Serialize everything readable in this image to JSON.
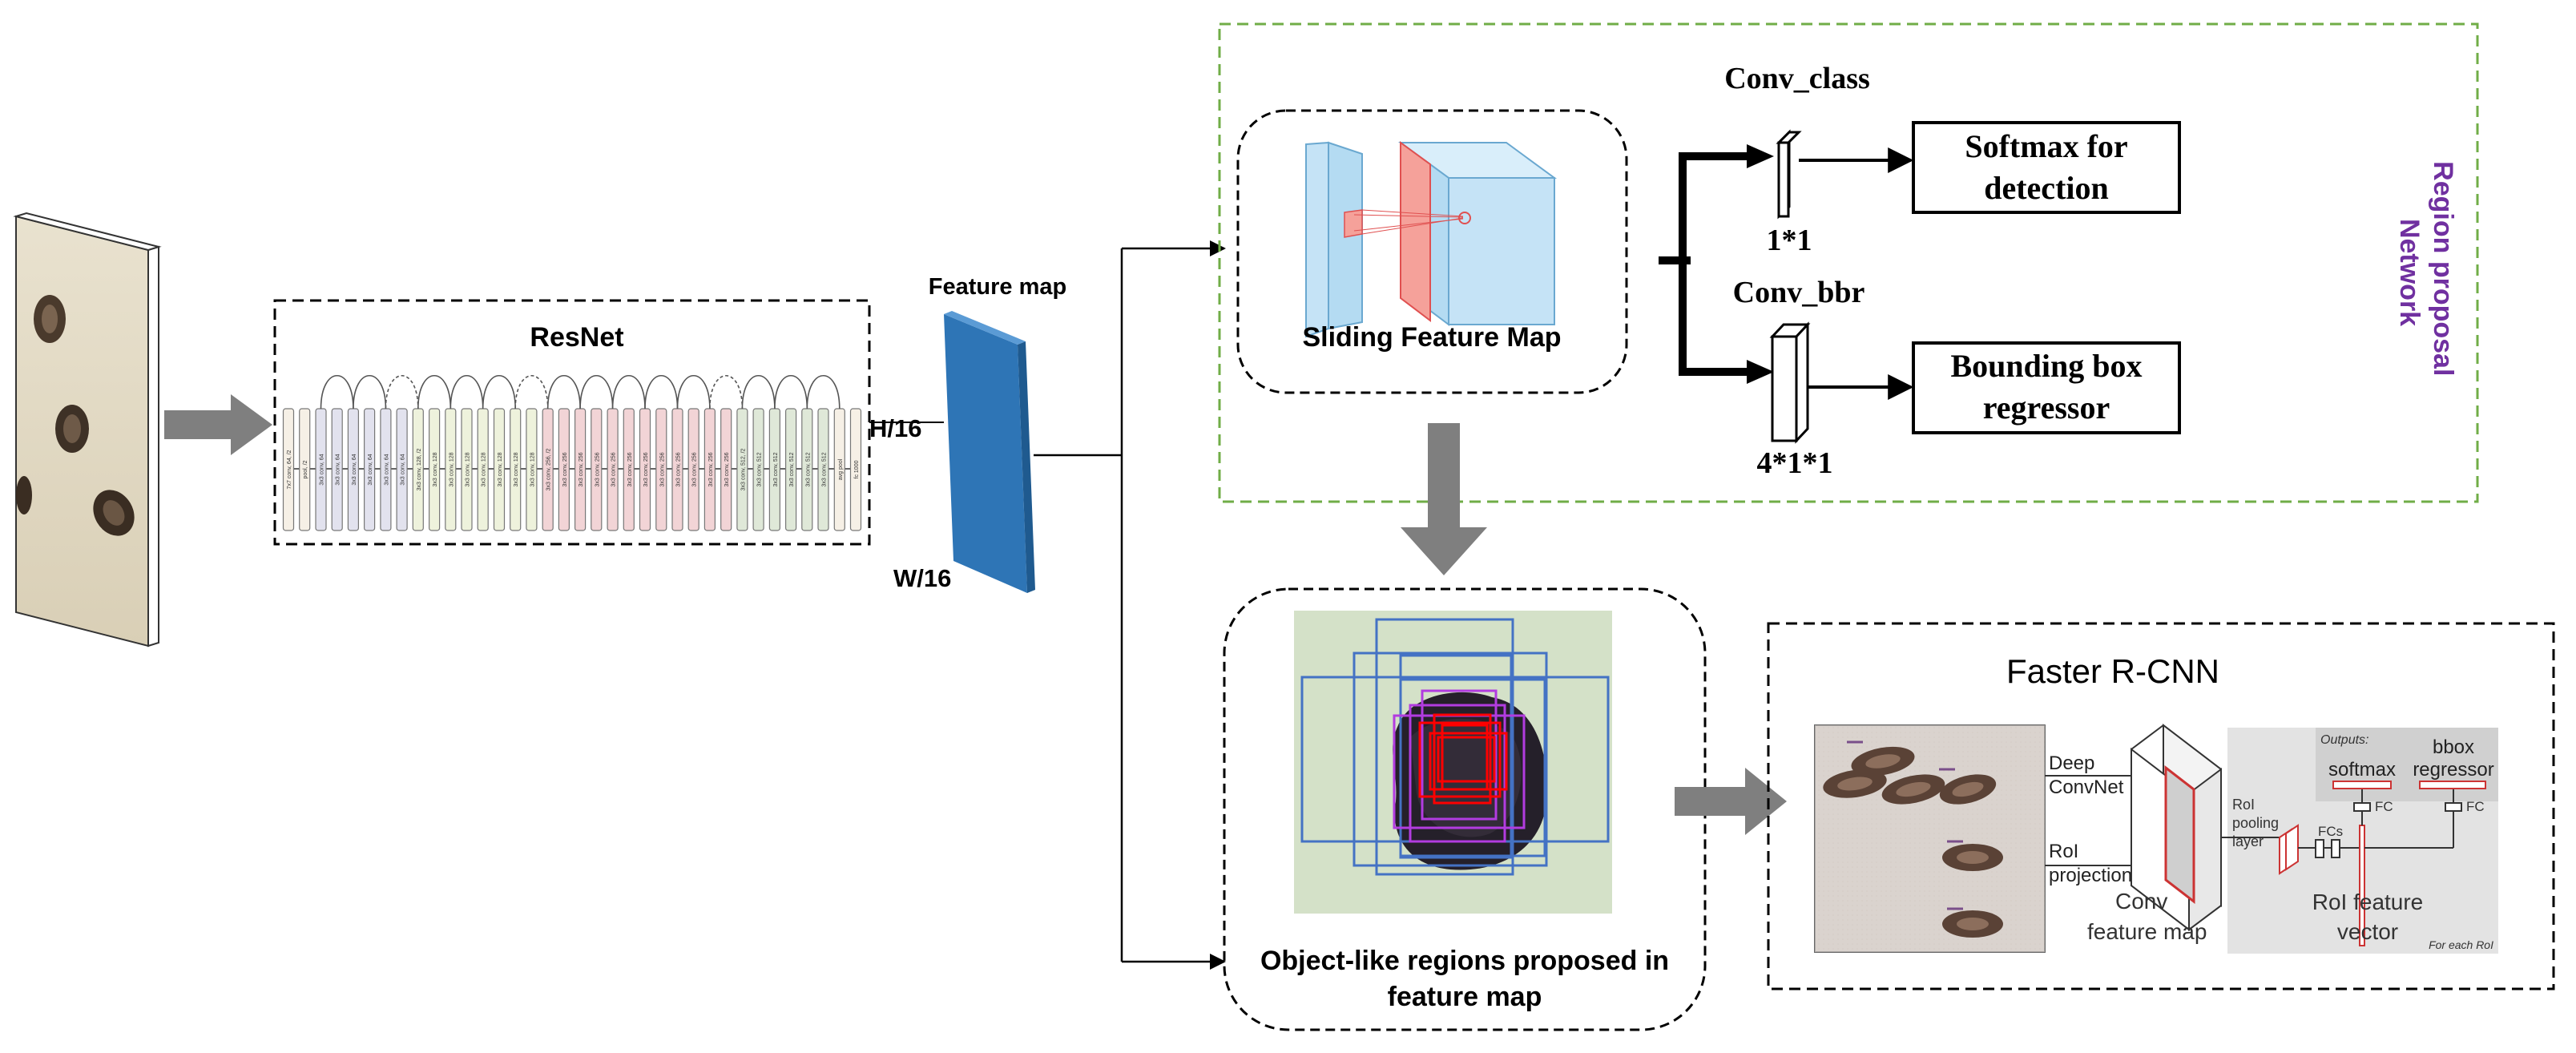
{
  "resnet": {
    "title": "ResNet",
    "layer_labels": [
      "7x7 conv, 64, /2",
      "pool, /2",
      "3x3 conv, 64",
      "3x3 conv, 64",
      "3x3 conv, 64",
      "3x3 conv, 64",
      "3x3 conv, 64",
      "3x3 conv, 64",
      "3x3 conv, 128, /2",
      "3x3 conv, 128",
      "3x3 conv, 128",
      "3x3 conv, 128",
      "3x3 conv, 128",
      "3x3 conv, 128",
      "3x3 conv, 128",
      "3x3 conv, 128",
      "3x3 conv, 256, /2",
      "3x3 conv, 256",
      "3x3 conv, 256",
      "3x3 conv, 256",
      "3x3 conv, 256",
      "3x3 conv, 256",
      "3x3 conv, 256",
      "3x3 conv, 256",
      "3x3 conv, 256",
      "3x3 conv, 256",
      "3x3 conv, 256",
      "3x3 conv, 256",
      "3x3 conv, 512, /2",
      "3x3 conv, 512",
      "3x3 conv, 512",
      "3x3 conv, 512",
      "3x3 conv, 512",
      "3x3 conv, 512",
      "avg pool",
      "fc 1000"
    ]
  },
  "feature_map": {
    "title": "Feature map",
    "height_label": "H/16",
    "width_label": "W/16"
  },
  "rpn": {
    "title": "Region proposal Network",
    "sliding_label": "Sliding Feature Map",
    "conv_class": "Conv_class",
    "conv_class_dim": "1*1",
    "conv_bbr": "Conv_bbr",
    "conv_bbr_dim": "4*1*1",
    "softmax_line1": "Softmax for",
    "softmax_line2": "detection",
    "bbox_line1": "Bounding box",
    "bbox_line2": "regressor"
  },
  "proposals": {
    "caption_line1": "Object-like regions proposed in",
    "caption_line2": "feature map"
  },
  "faster_rcnn": {
    "title": "Faster R-CNN",
    "deep_convnet_1": "Deep",
    "deep_convnet_2": "ConvNet",
    "roi_projection_1": "RoI",
    "roi_projection_2": "projection",
    "conv_feature_map_1": "Conv",
    "conv_feature_map_2": "feature map",
    "roi_pooling_1": "RoI",
    "roi_pooling_2": "pooling",
    "roi_pooling_3": "layer",
    "fcs": "FCs",
    "roi_vector_1": "RoI feature",
    "roi_vector_2": "vector",
    "outputs": "Outputs:",
    "softmax": "softmax",
    "bbox_1": "bbox",
    "bbox_2": "regressor",
    "fc_a": "FC",
    "fc_b": "FC",
    "for_each_roi": "For each RoI"
  },
  "colors": {
    "feature_map_blue": "#2e75b6",
    "rpn_border_green": "#70ad47",
    "rpn_title_purple": "#7030a0",
    "anchor_blue": "#4472c4",
    "anchor_purple": "#b23ce0",
    "anchor_red": "#ff0000",
    "arrow_gray": "#7f7f7f"
  }
}
